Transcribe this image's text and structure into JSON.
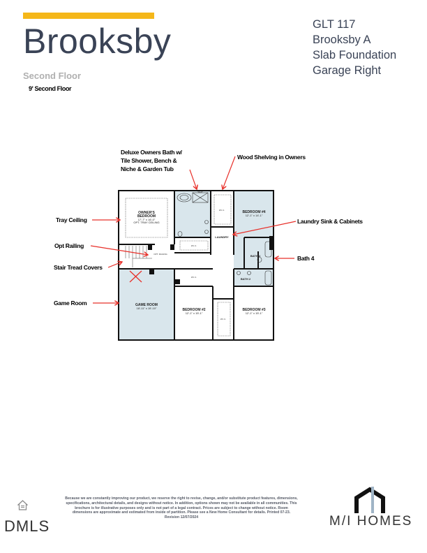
{
  "header": {
    "title": "Brooksby",
    "subtitle": "Second Floor",
    "ceiling_note": "9' Second Floor",
    "accent_color": "#f5b719"
  },
  "info": {
    "lot": "GLT 117",
    "elevation": "Brooksby A",
    "foundation": "Slab Foundation",
    "garage": "Garage Right"
  },
  "callouts": {
    "owners_bath": [
      "Deluxe Owners Bath w/",
      "Tile Shower, Bench &",
      "Niche & Garden Tub"
    ],
    "wood_shelving": "Wood Shelving in Owners",
    "tray_ceiling": "Tray Ceiling",
    "laundry_sink": "Laundry Sink & Cabinets",
    "opt_railing": "Opt Railing",
    "bath4": "Bath 4",
    "stair_tread": "Stair Tread Covers",
    "game_room": "Game Room",
    "arrow_color": "#e8302a"
  },
  "rooms": {
    "owners_bedroom": {
      "name1": "OWNER'S",
      "name2": "BEDROOM",
      "dims": "17'-7\" x 16'-0\"",
      "note": "OPT. TRAY CEILING"
    },
    "bedroom4": {
      "name": "BEDROOM #4",
      "dims": "12'-1\" x 14'-1\""
    },
    "game_room": {
      "name": "GAME ROOM",
      "dims": "18'-11\" x 19'-10\""
    },
    "bedroom2": {
      "name": "BEDROOM #2",
      "dims": "12'-1\" x 15'-1\""
    },
    "bedroom3": {
      "name": "BEDROOM #3",
      "dims": "12'-1\" x 15'-1\""
    },
    "laundry": "LAUNDRY",
    "bath4": "BATH 4",
    "bath2": "BATH 2",
    "wic": "W.I.C.",
    "seat": "SEAT",
    "opt_railing": "OPT. RAILING",
    "room_fill": "#d9e6ec"
  },
  "footer": {
    "disclaimer": "Because we are constantly improving our product, we reserve the right to revise, change, and/or substitute product features, dimensions, specifications, architectural details, and designs without notice. In addition, options shown may not be available in all communities. This brochure is for illustrative purposes only and is not part of a legal contract. Prices are subject to change without notice. Room dimensions are approximate and estimated from inside of partition. Please see a New Home Consultant for details. Printed 07-23. Revision 12/07/2024",
    "mls_logo": "DMLS",
    "brand": "M/I HOMES"
  }
}
